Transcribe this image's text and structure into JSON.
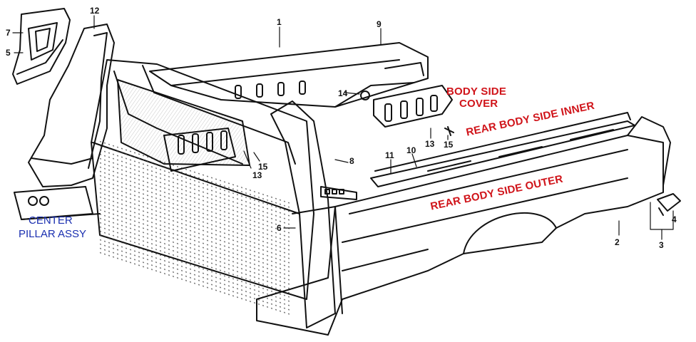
{
  "labels": {
    "body_side_cover": [
      "BODY SIDE",
      "COVER"
    ],
    "rear_body_side_inner": "REAR BODY SIDE INNER",
    "rear_body_side_outer": "REAR BODY SIDE OUTER",
    "center_pillar_assy": [
      "CENTER",
      "PILLAR ASSY"
    ]
  },
  "callouts": {
    "n1": "1",
    "n2": "2",
    "n3": "3",
    "n4": "4",
    "n5": "5",
    "n6": "6",
    "n7": "7",
    "n8": "8",
    "n9": "9",
    "n10": "10",
    "n11": "11",
    "n12": "12",
    "n13a": "13",
    "n13b": "13",
    "n14": "14",
    "n15a": "15",
    "n15b": "15"
  },
  "colors": {
    "red_label": "#d0141a",
    "blue_label": "#1a2fb0",
    "ink": "#111111"
  }
}
